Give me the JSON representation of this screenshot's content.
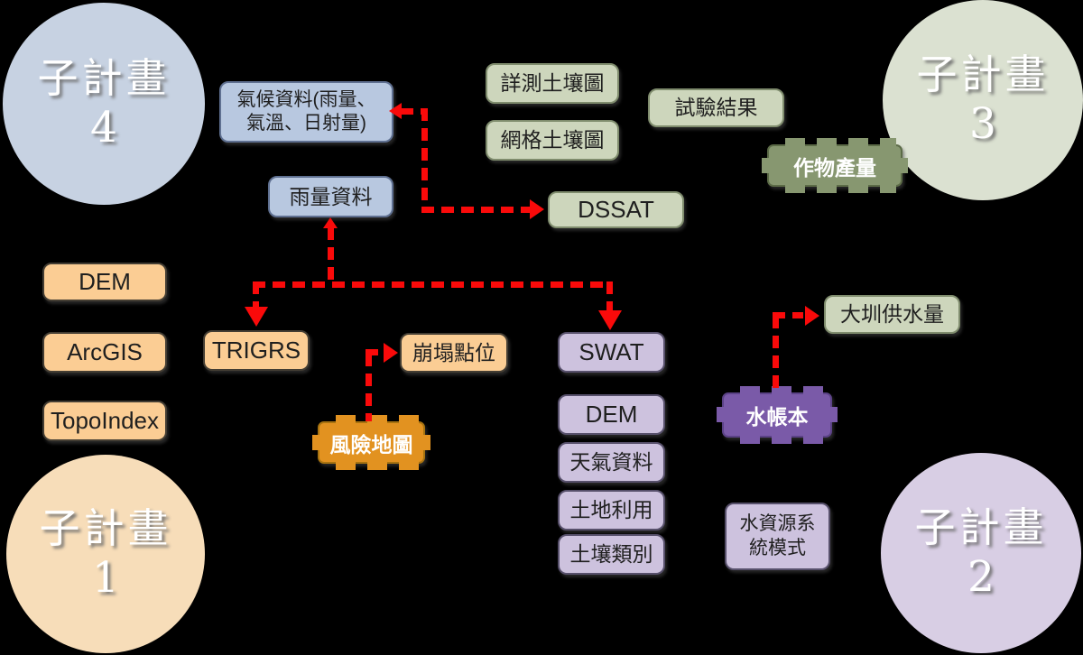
{
  "colors": {
    "background": "#000000",
    "red": "#fa0a0a",
    "blue_fill": "#b8c8e0",
    "blue_border": "#5f7091",
    "green_fill": "#cdd6bc",
    "green_border": "#7f8c6d",
    "orange_fill": "#fbcd94",
    "orange_border": "#433d33",
    "purple_fill": "#cdc2de",
    "purple_border": "#57506b",
    "gear_green_fill": "#879770",
    "gear_green_border": "#5c6b47",
    "gear_orange_fill": "#e29220",
    "gear_orange_border": "#a87310",
    "gear_purple_fill": "#7a5aa8",
    "gear_purple_border": "#5b4286",
    "circle_sub4": "#c7d2e2",
    "circle_sub3": "#dbe1d1",
    "circle_sub1": "#f7ddb9",
    "circle_sub2": "#d8cee4",
    "circle_text": "#ffffff",
    "box_text": "#1f1f1f",
    "gear_text": "#ffffff"
  },
  "circles": {
    "sub4": {
      "title": "子計畫",
      "number": "4"
    },
    "sub3": {
      "title": "子計畫",
      "number": "3"
    },
    "sub1": {
      "title": "子計畫",
      "number": "1"
    },
    "sub2": {
      "title": "子計畫",
      "number": "2"
    }
  },
  "nodes": {
    "climate": {
      "line1": "氣候資料(雨量、",
      "line2": "氣溫、日射量)"
    },
    "rainfall": {
      "label": "雨量資料"
    },
    "detailed_soil_map": {
      "label": "詳測土壤圖"
    },
    "grid_soil_map": {
      "label": "網格土壤圖"
    },
    "test_results": {
      "label": "試驗結果"
    },
    "dssat": {
      "label": "DSSAT"
    },
    "crop_yield": {
      "label": "作物產量"
    },
    "dem_left": {
      "label": "DEM"
    },
    "arcgis": {
      "label": "ArcGIS"
    },
    "topoindex": {
      "label": "TopoIndex"
    },
    "trigrs": {
      "label": "TRIGRS"
    },
    "landslide_points": {
      "label": "崩塌點位"
    },
    "risk_map": {
      "label": "風險地圖"
    },
    "swat": {
      "label": "SWAT"
    },
    "dem_right": {
      "label": "DEM"
    },
    "weather_data": {
      "label": "天氣資料"
    },
    "land_use": {
      "label": "土地利用"
    },
    "soil_type": {
      "label": "土壤類別"
    },
    "canal_water_supply": {
      "label": "大圳供水量"
    },
    "water_ledger": {
      "label": "水帳本"
    },
    "water_resource_model": {
      "line1": "水資源系",
      "line2": "統模式"
    }
  }
}
